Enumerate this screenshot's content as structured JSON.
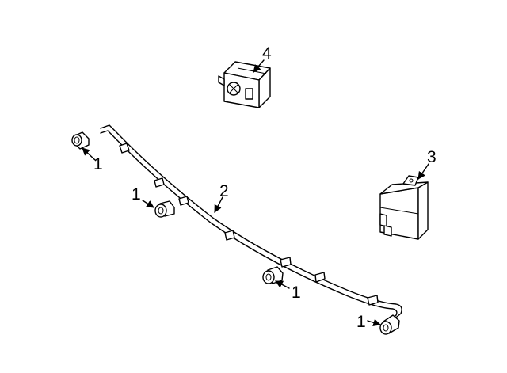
{
  "callouts": [
    {
      "id": "sensor-top-left",
      "label": "1"
    },
    {
      "id": "sensor-mid-left",
      "label": "1"
    },
    {
      "id": "sensor-center",
      "label": "1"
    },
    {
      "id": "sensor-right",
      "label": "1"
    },
    {
      "id": "harness",
      "label": "2"
    },
    {
      "id": "module",
      "label": "3"
    },
    {
      "id": "switch",
      "label": "4"
    }
  ],
  "colors": {
    "line": "#000000",
    "background": "#ffffff"
  }
}
